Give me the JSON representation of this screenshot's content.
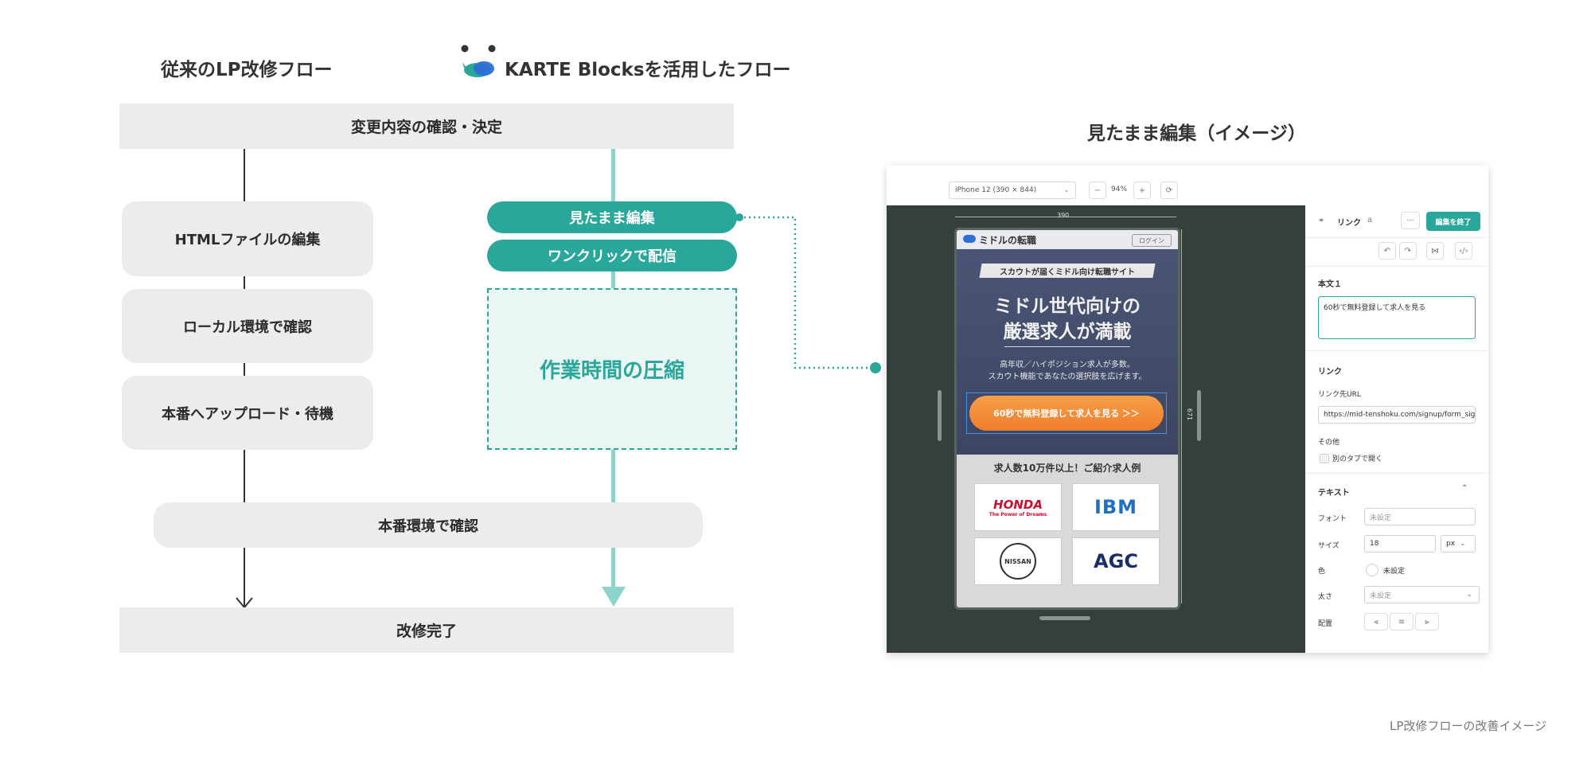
{
  "left": {
    "title": "従来のLP改修フロー",
    "steps": [
      "HTMLファイルの編集",
      "ローカル環境で確認",
      "本番へアップロード・待機"
    ]
  },
  "karte": {
    "title": "KARTE Blocksを活用したフロー",
    "step1": "見たまま編集",
    "step2": "ワンクリックで配信",
    "benefit": "作業時間の圧縮"
  },
  "shared": {
    "top": "変更内容の確認・決定",
    "prod_check": "本番環境で確認",
    "done": "改修完了"
  },
  "preview": {
    "title": "見たまま編集（イメージ）",
    "toolbar": {
      "device": "iPhone 12 (390 × 844)",
      "minus": "−",
      "zoom": "94%",
      "plus": "+"
    },
    "width_ruler": "390",
    "height_ruler": "671",
    "phone": {
      "brand": "ミドルの転職",
      "login": "ログイン",
      "tagline": "スカウトが届くミドル向け転職サイト",
      "headline1": "ミドル世代向けの",
      "headline2": "厳選求人が満載",
      "sub1": "高年収／ハイポジション求人が多数。",
      "sub2": "スカウト機能であなたの選択肢を広げます。",
      "cta": "60秒で無料登録して求人を見る ＞＞",
      "count": "求人数10万件以上！ご紹介求人例",
      "logos": [
        {
          "name": "HONDA",
          "sub": "The Power of Dreams",
          "color": "#c8102e"
        },
        {
          "name": "IBM",
          "sub": "",
          "color": "#1f70c1"
        },
        {
          "name": "NISSAN",
          "sub": "",
          "color": "#333333"
        },
        {
          "name": "AGC",
          "sub": "",
          "color": "#1a2d6b"
        }
      ]
    },
    "panel": {
      "link_label": "リンク",
      "link_tag": "a",
      "more": "···",
      "finish": "編集を終了",
      "body_label": "本文１",
      "body_value": "60秒で無料登録して求人を見る",
      "link_section": "リンク",
      "url_label": "リンク先URL",
      "url_value": "https://mid-tenshoku.com/signup/form_sig",
      "other": "その他",
      "new_tab": "別のタブで開く",
      "text_section": "テキスト",
      "font": "フォント",
      "font_value": "未設定",
      "size": "サイズ",
      "size_value": "18",
      "unit": "px",
      "color": "色",
      "color_value": "未設定",
      "weight": "太さ",
      "weight_value": "未設定",
      "align": "配置"
    }
  },
  "caption": "LP改修フローの改善イメージ"
}
